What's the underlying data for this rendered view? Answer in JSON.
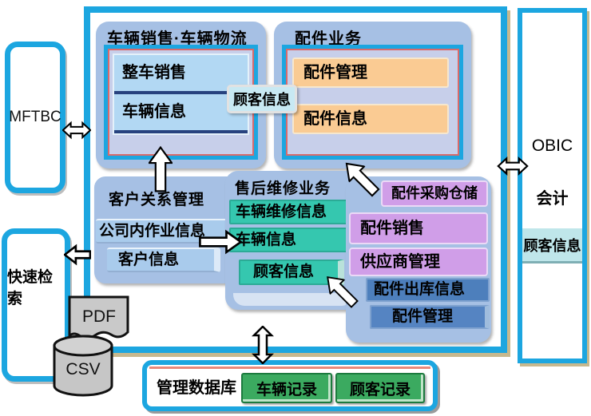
{
  "colors": {
    "accent_blue_border": "#1CA6E0",
    "panel_periwinkle": "#A6C0E4",
    "bar_light_blue": "#B2D8F3",
    "bar_orange": "#FACB93",
    "bar_teal": "#35C7AF",
    "bar_violet": "#D09EE8",
    "bar_steel_blue": "#4D7FBC",
    "bar_green": "#3BAA60",
    "tag_pale_blue": "#C8E9F3",
    "frame_red_line": "#D96A6A",
    "separator_navy": "#27427E",
    "icon_gray": "#C9C9C9",
    "shadow_tan": "#C6B88E"
  },
  "left_panel": {
    "mftbc_label": "MFTBC",
    "quick_search_label": "快速检索"
  },
  "file_icons": {
    "pdf_label": "PDF",
    "csv_label": "CSV"
  },
  "main": {
    "vehicle_sales": {
      "title": "车辆销售·车辆物流",
      "items": [
        "整车销售",
        "车辆信息"
      ]
    },
    "customer_info_tag": "顾客信息",
    "parts_business": {
      "title": "配件业务",
      "items": [
        "配件管理",
        "配件信息"
      ]
    },
    "crm": {
      "title": "客户关系管理",
      "items": [
        "公司内作业信息",
        "客户信息"
      ]
    },
    "after_sales": {
      "title": "售后维修业务",
      "items": [
        "车辆维修信息",
        "车辆信息",
        "顾客信息"
      ]
    },
    "parts_mgmt": {
      "violet_items": [
        "配件采购仓储",
        "配件销售",
        "供应商管理"
      ],
      "blue_items": [
        "配件出库信息",
        "配件管理"
      ]
    }
  },
  "right_panel": {
    "obic_label": "OBIC",
    "accounting_label": "会计",
    "customer_info_label": "顾客信息"
  },
  "bottom_panel": {
    "title": "管理数据库",
    "items": [
      "车辆记录",
      "顾客记录"
    ]
  }
}
